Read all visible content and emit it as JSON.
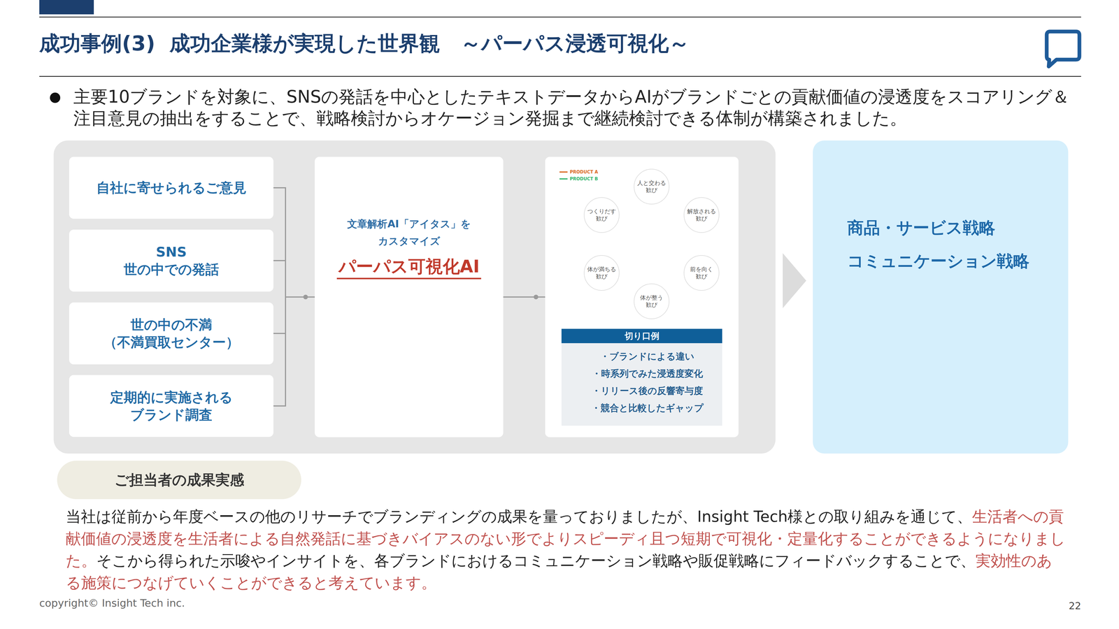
{
  "diagram": {
    "title": "成功事例(3)  成功企業様が実現した世界観　～パーパス浸透可視化～",
    "nodes": [
      {
        "text": [
          "自社に寄せられるご意見"
        ]
      },
      {
        "text": [
          "SNS 世の中での発話"
        ]
      },
      {
        "text": [
          "世の中の不満 （不満買取センター）"
        ]
      },
      {
        "text": [
          "定期的に実施される ブランド調査"
        ]
      },
      {
        "text": [
          "文章解析AI「アイタス」を カスタマイズ",
          "パーパス可視化AI"
        ]
      },
      {
        "text": []
      },
      {
        "text": [
          "人と交わる 歓び"
        ],
        "in": 5
      },
      {
        "text": [
          "解放される 歓び"
        ],
        "in": 5
      },
      {
        "text": [
          "前を向く 歓び"
        ],
        "in": 5
      },
      {
        "text": [
          "体が整う 歓び"
        ],
        "in": 5
      },
      {
        "text": [
          "体が満ちる 歓び"
        ],
        "in": 5
      },
      {
        "text": [
          "つくりだす 歓び"
        ],
        "in": 5
      },
      {
        "text": [
          "切り口例",
          "・ブランドによる違い",
          "・時系列でみた浸透度変化",
          "・リリース後の反響寄与度",
          "・競合と比較したギャップ"
        ],
        "in": 5
      },
      {
        "text": [
          "商品・サービス戦略",
          "コミュニケーション戦略"
        ]
      },
      {
        "text": [
          "ご担当者の成果実感"
        ]
      }
    ],
    "edges": [
      {
        "from": 0,
        "to": 4,
        "arrow": "none"
      },
      {
        "from": 1,
        "to": 4,
        "arrow": "none"
      },
      {
        "from": 2,
        "to": 4,
        "arrow": "none"
      },
      {
        "from": 3,
        "to": 4,
        "arrow": "none"
      },
      {
        "from": 4,
        "to": 5,
        "arrow": "none"
      },
      {
        "from": 5,
        "to": 13,
        "arrow": "to"
      }
    ],
    "labels": [
      "主要10ブランドを対象に、SNSの発話を中心としたテキストデータからAIがブランドごとの貢献価値の浸透度をスコアリング＆注目意見の抽出をすることで、戦略検討からオケージョン発掘まで継続検討できる体制が構築されました。",
      "当社は従前から年度ベースの他のリサーチでブランディングの成果を量っておりましたが、Insight Tech様との取り組みを通じて、",
      "生活者への貢献価値の浸透度を生活者による自然発話に基づきバイアスのない形でよりスピーディ且つ短期で可視化・定量化することができるようになりました。",
      "そこから得られた示唆やインサイトを、各ブランドにおけるコミュニケーション戦略や販促戦略にフィードバックすることで、",
      "実効性のある施策につなげていくことができると考えています。",
      "copyright© Insight Tech inc.",
      "22"
    ],
    "legend": [
      {
        "text": "PRODUCT A",
        "color": "#d9661f"
      },
      {
        "text": "PRODUCT B",
        "color": "#2fb36a"
      }
    ]
  }
}
